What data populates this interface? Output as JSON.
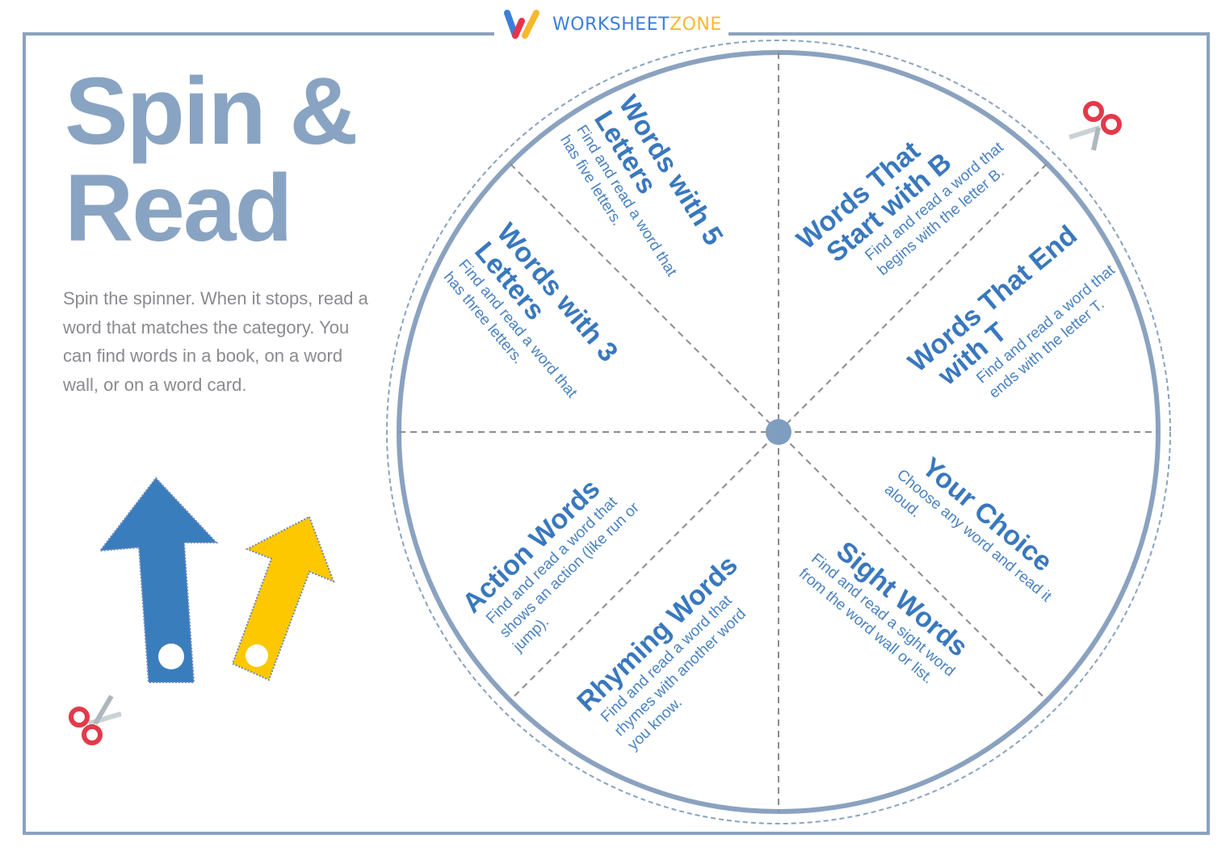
{
  "brand": {
    "part1": "WORKSHEET",
    "part2": "ZONE",
    "colors": {
      "blue": "#3a7fd8",
      "yellow": "#f5b930",
      "red": "#e8344a"
    }
  },
  "worksheet": {
    "title_line1": "Spin &",
    "title_line2": "Read",
    "instructions": "Spin the spinner. When it stops, read a word that matches the category. You can find words in a book, on a word wall, or on a word card.",
    "colors": {
      "title": "#89a4c2",
      "frame": "#8aa2bf",
      "segment_text": "#3978bd",
      "instructions": "#8a8a90"
    }
  },
  "spinner": {
    "center_dot_color": "#7f9dbf",
    "segments": [
      {
        "title_line1": "Words with 5",
        "title_line2": "Letters",
        "desc_line1": "Find and read a word that",
        "desc_line2": "has five letters."
      },
      {
        "title_line1": "Words That",
        "title_line2": "Start with B",
        "desc_line1": "Find and read a word that",
        "desc_line2": "begins with the letter B."
      },
      {
        "title_line1": "Words That End",
        "title_line2": "with T",
        "desc_line1": "Find and read a word that",
        "desc_line2": "ends with the letter T."
      },
      {
        "title_line1": "Your Choice",
        "title_line2": "",
        "desc_line1": "Choose any word and read it",
        "desc_line2": "aloud."
      },
      {
        "title_line1": "Sight Words",
        "title_line2": "",
        "desc_line1": "Find and read a sight word",
        "desc_line2": "from the word wall or list."
      },
      {
        "title_line1": "Rhyming Words",
        "title_line2": "",
        "desc_line1": "Find and read a word that",
        "desc_line2": "rhymes with another word",
        "desc_line3": "you know."
      },
      {
        "title_line1": "Action Words",
        "title_line2": "",
        "desc_line1": "Find and read a word that",
        "desc_line2": "shows an action (like run or",
        "desc_line3": "jump)."
      },
      {
        "title_line1": "Words with 3",
        "title_line2": "Letters",
        "desc_line1": "Find and read a word that",
        "desc_line2": "has three letters."
      }
    ]
  },
  "cutouts": {
    "arrow_blue_color": "#3a7dbd",
    "arrow_yellow_color": "#fdc800",
    "icons": [
      "scissors-icon",
      "scissors-icon"
    ]
  }
}
